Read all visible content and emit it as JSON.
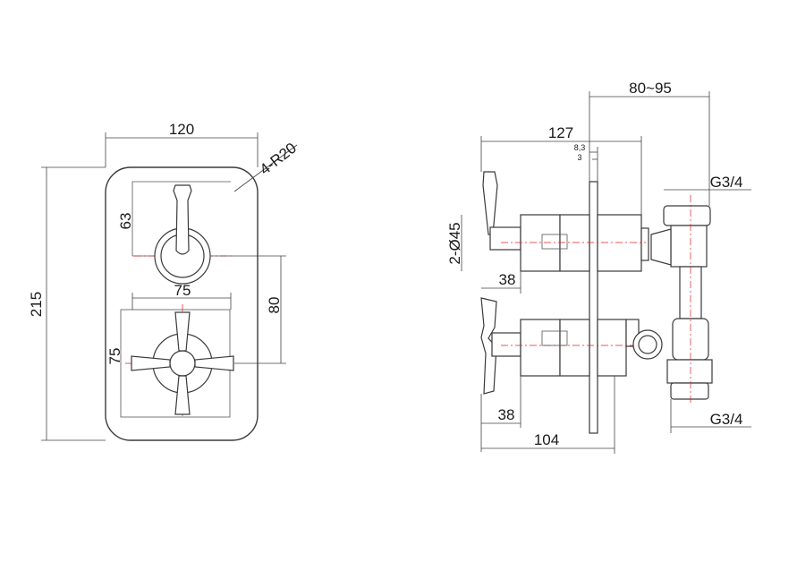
{
  "front_view": {
    "width": "120",
    "height": "215",
    "corner_radius": "4-R20",
    "upper_handle_offset": "63",
    "handle_spacing": "80",
    "cross_handle_width": "75",
    "cross_handle_height": "75"
  },
  "side_view": {
    "overall_depth": "127",
    "plate_gap_outer": "8,3",
    "plate_gap_inner": "3",
    "wall_depth": "80~95",
    "inlet_top": "G3/4",
    "inlet_bottom": "G3/4",
    "knob_diameter": "2-Ø45",
    "upper_handle_depth": "38",
    "lower_handle_depth": "38",
    "body_depth": "104"
  }
}
